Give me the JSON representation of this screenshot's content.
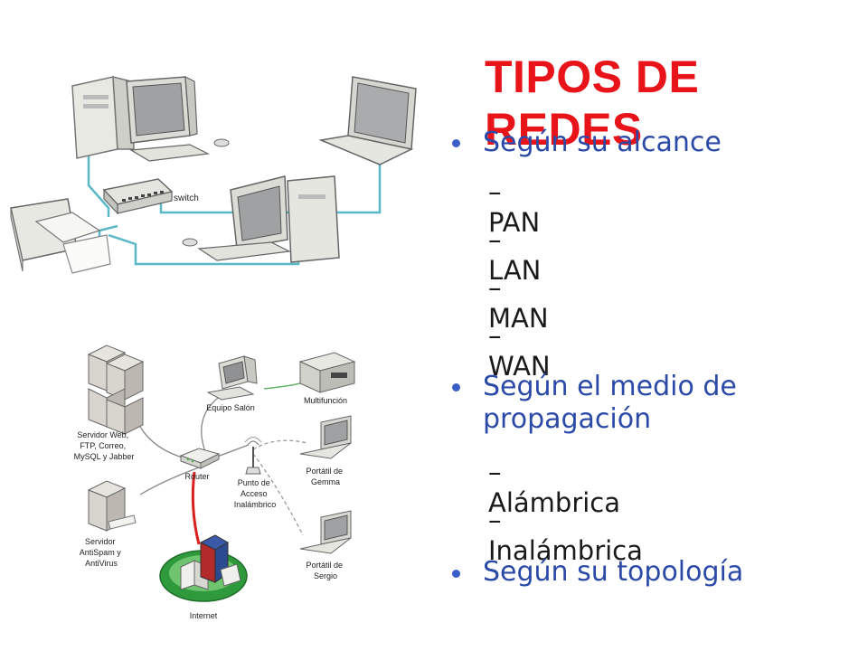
{
  "slide": {
    "title": "TIPOS DE REDES",
    "bullets": [
      {
        "text": "Según su alcance",
        "sub": [
          "PAN",
          "LAN",
          "MAN",
          "WAN"
        ]
      },
      {
        "text": "Según el medio de propagación",
        "sub": [
          "Alámbrica",
          "Inalámbrica"
        ]
      },
      {
        "text": "Según su topología",
        "sub": []
      }
    ],
    "dash": "–"
  },
  "diagram_top": {
    "switch_label": "switch"
  },
  "diagram_bottom": {
    "server_main": [
      "Servidor Web,",
      "FTP, Correo,",
      "MySQL y Jabber"
    ],
    "router": "Router",
    "server_av": [
      "Servidor",
      "AntiSpam y",
      "AntiVirus"
    ],
    "equipo": "Equipo Salón",
    "multifuncion": "Multifunción",
    "ap": [
      "Punto de",
      "Acceso",
      "Inalámbrico"
    ],
    "portatil1": [
      "Portátil de",
      "Gemma"
    ],
    "portatil2": [
      "Portátil de",
      "Sergio"
    ],
    "internet": "Internet"
  },
  "colors": {
    "title": "#e8141a",
    "bullet_text": "#2b4aa8",
    "dot": "#3a5fc8",
    "cable_top": "#5bb8c7",
    "red_link": "#d8201e"
  }
}
